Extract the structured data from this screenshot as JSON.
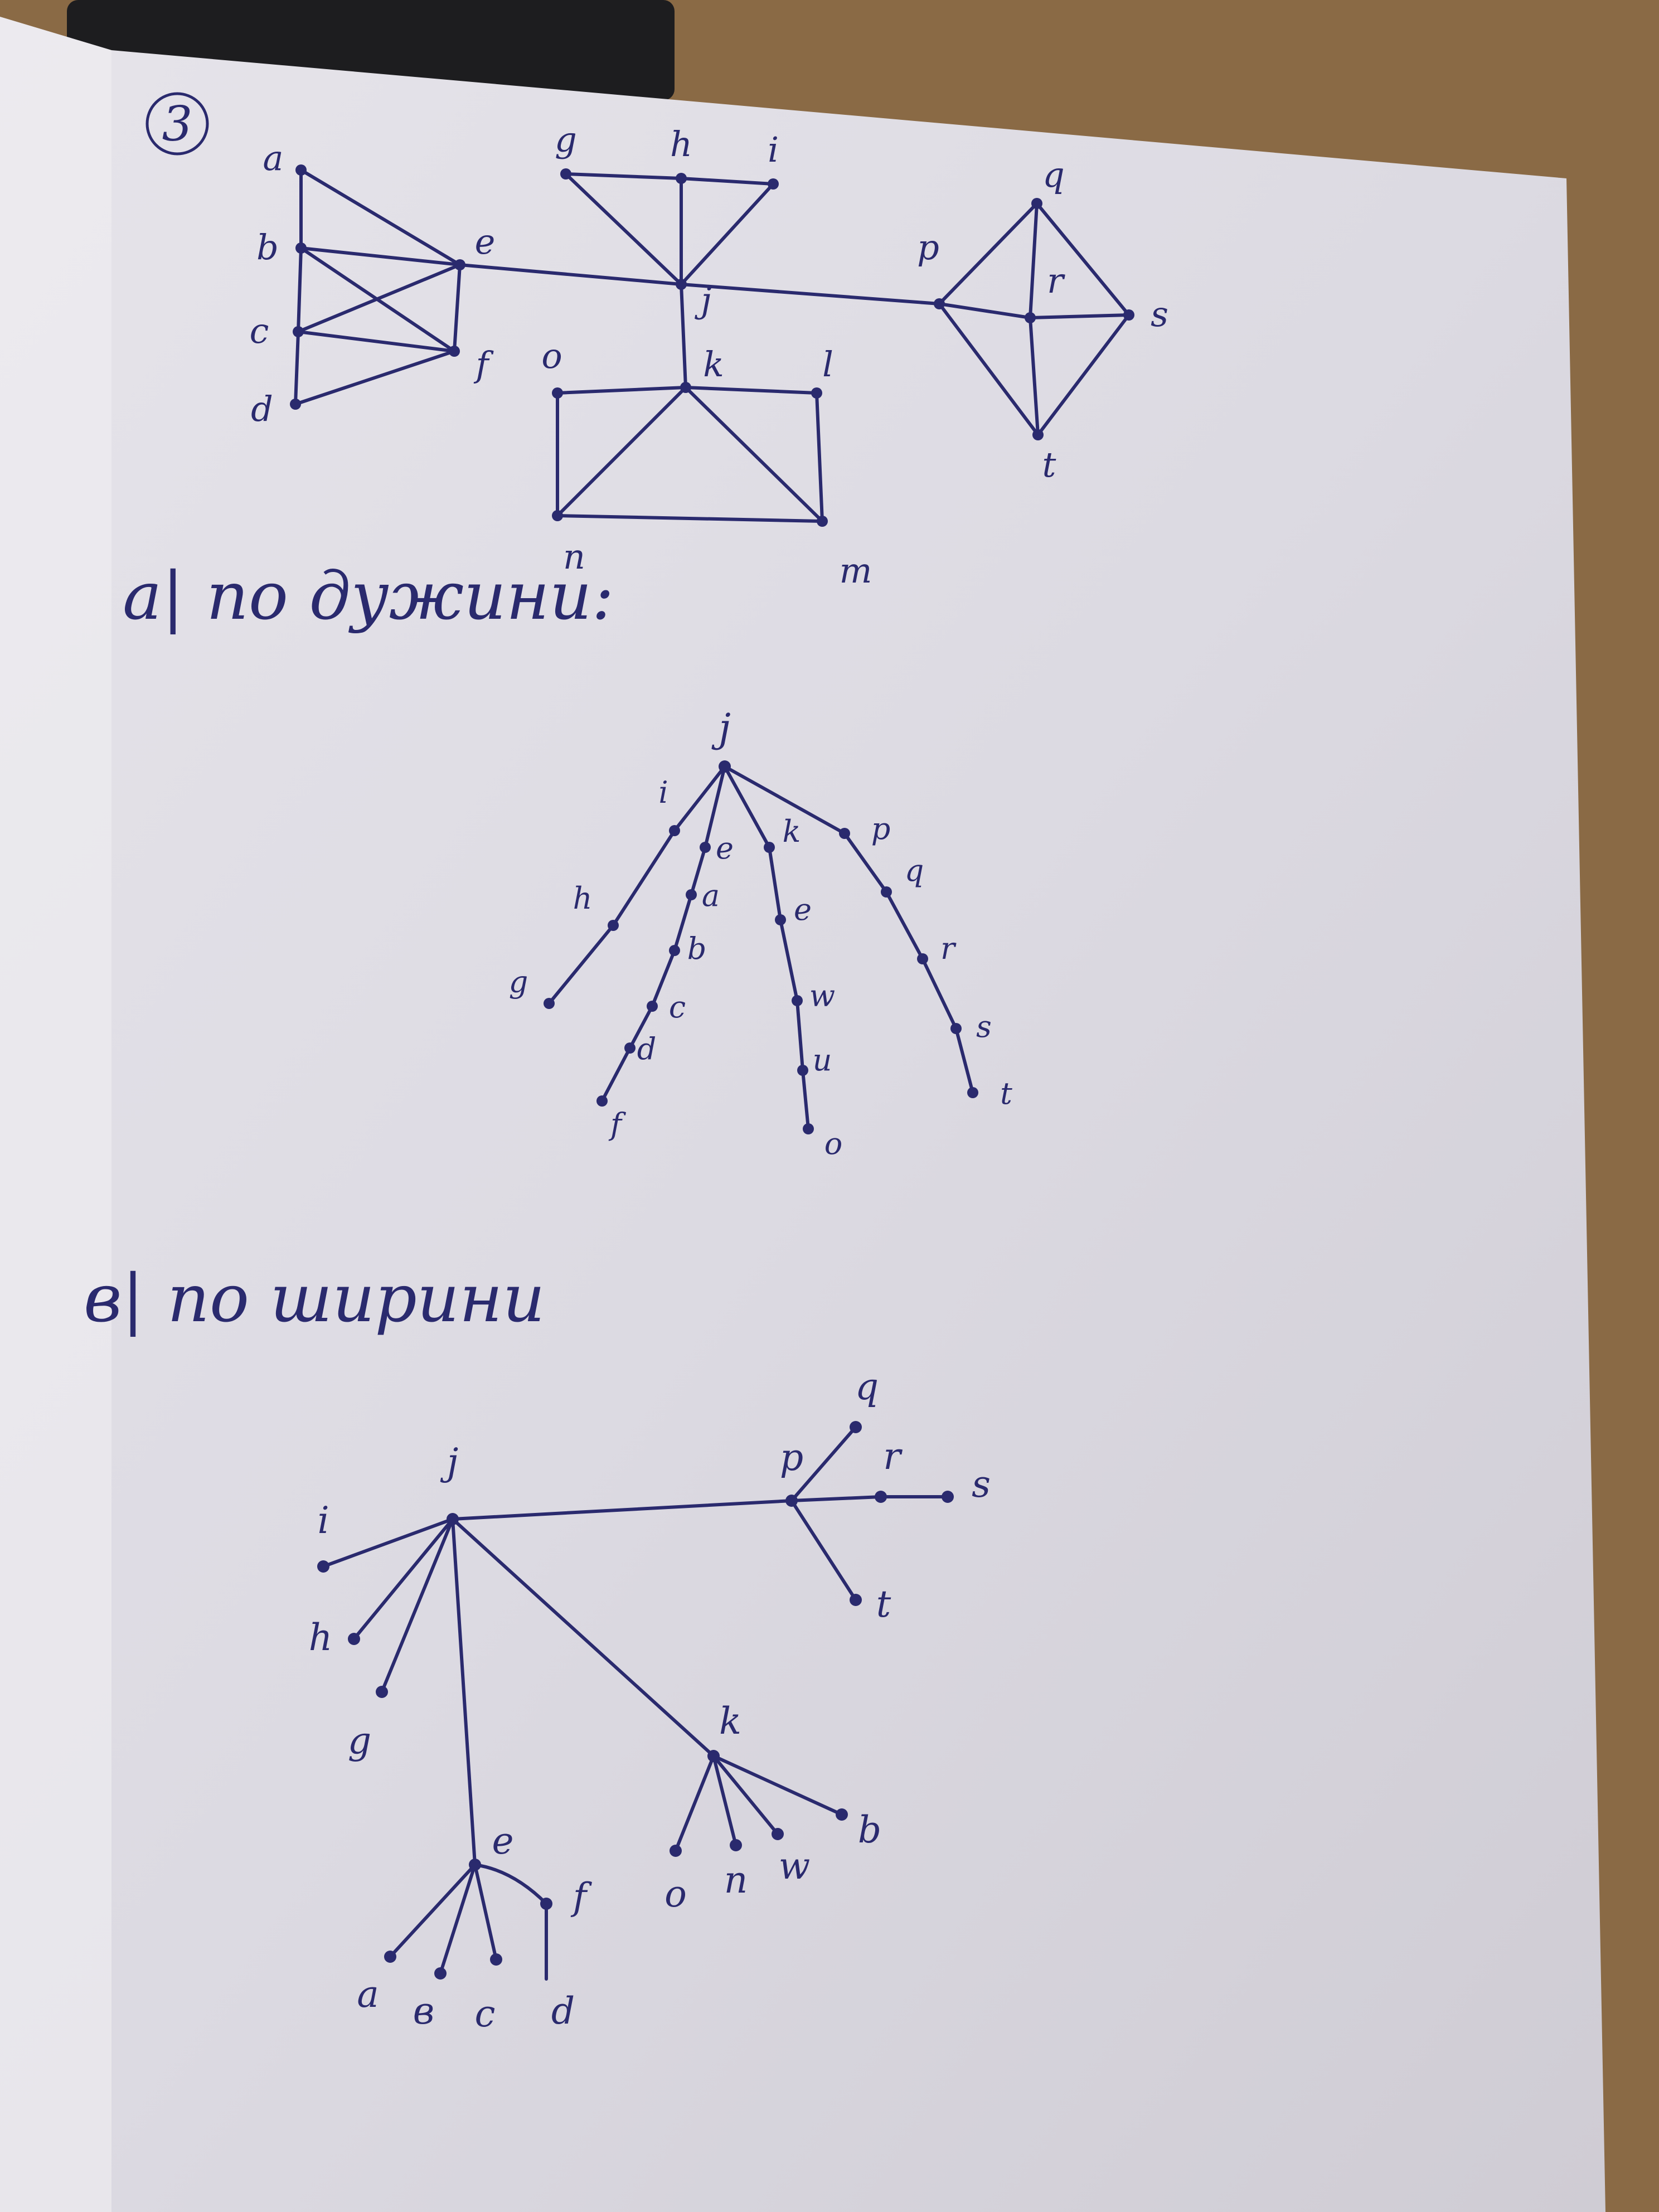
{
  "problem_number": "3",
  "section_a": {
    "marker": "a|",
    "text": "по дужини:"
  },
  "section_b": {
    "marker": "в|",
    "text": "по ширини"
  },
  "graph": {
    "nodes": [
      "a",
      "b",
      "c",
      "d",
      "e",
      "f",
      "g",
      "h",
      "i",
      "j",
      "k",
      "l",
      "m",
      "n",
      "o",
      "p",
      "q",
      "r",
      "s",
      "t"
    ],
    "edges": [
      [
        "a",
        "b"
      ],
      [
        "a",
        "e"
      ],
      [
        "b",
        "e"
      ],
      [
        "b",
        "f"
      ],
      [
        "c",
        "e"
      ],
      [
        "c",
        "f"
      ],
      [
        "d",
        "f"
      ],
      [
        "b",
        "c"
      ],
      [
        "c",
        "d"
      ],
      [
        "e",
        "f"
      ],
      [
        "e",
        "j"
      ],
      [
        "g",
        "h"
      ],
      [
        "h",
        "i"
      ],
      [
        "g",
        "j"
      ],
      [
        "h",
        "j"
      ],
      [
        "i",
        "j"
      ],
      [
        "j",
        "k"
      ],
      [
        "j",
        "p"
      ],
      [
        "k",
        "o"
      ],
      [
        "k",
        "l"
      ],
      [
        "k",
        "n"
      ],
      [
        "k",
        "m"
      ],
      [
        "o",
        "n"
      ],
      [
        "l",
        "m"
      ],
      [
        "n",
        "m"
      ],
      [
        "p",
        "q"
      ],
      [
        "p",
        "r"
      ],
      [
        "p",
        "t"
      ],
      [
        "q",
        "r"
      ],
      [
        "q",
        "s"
      ],
      [
        "r",
        "s"
      ],
      [
        "r",
        "t"
      ],
      [
        "s",
        "t"
      ]
    ]
  },
  "dfs_tree": {
    "root": "j",
    "branches": [
      [
        "i",
        "h",
        "g"
      ],
      [
        "e",
        "a",
        "b",
        "c",
        "d",
        "f"
      ],
      [
        "k",
        "e",
        "w",
        "u",
        "o"
      ],
      [
        "p",
        "q",
        "r",
        "s",
        "t"
      ]
    ]
  },
  "bfs_tree": {
    "root": "j",
    "children": {
      "j": [
        "i",
        "h",
        "g",
        "e",
        "k",
        "p"
      ],
      "p": [
        "q",
        "r",
        "s",
        "t"
      ],
      "k": [
        "o",
        "n",
        "w",
        "b"
      ],
      "e": [
        "a",
        "b",
        "c",
        "d",
        "f"
      ]
    },
    "level_labels": {
      "e_group": [
        "a",
        "в",
        "c",
        "d"
      ],
      "f_label": "f"
    }
  }
}
